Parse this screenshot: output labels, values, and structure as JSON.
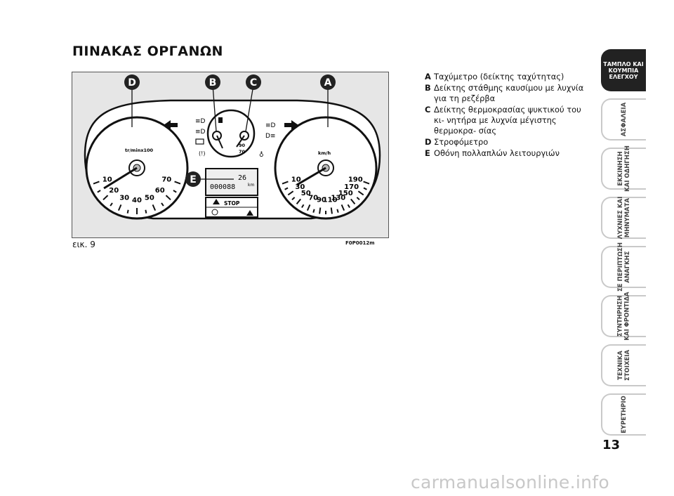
{
  "page_title": "ΠΙΝΑΚΑΣ ΟΡΓΑΝΩΝ",
  "figure": {
    "caption": "εικ. 9",
    "code": "F0P0012m",
    "callouts": [
      "D",
      "B",
      "C",
      "A",
      "E"
    ],
    "tacho": {
      "numbers": [
        "10",
        "20",
        "30",
        "40",
        "50",
        "60",
        "70"
      ],
      "unit": "tr/minx100"
    },
    "speedo": {
      "numbers": [
        "10",
        "30",
        "50",
        "70",
        "90",
        "110",
        "130",
        "150",
        "170",
        "190"
      ],
      "unit": "km/h"
    },
    "temp": {
      "numbers": [
        "70",
        "90"
      ]
    },
    "display": {
      "top": "26",
      "odo": "000088",
      "unit": "km",
      "stop": "STOP"
    }
  },
  "legend": [
    {
      "key": "A",
      "text": "Ταχύμετρο (δείκτης ταχύτητας)"
    },
    {
      "key": "B",
      "text": "Δείκτης στάθμης καυσίμου με λυχνία για τη ρεζέρβα"
    },
    {
      "key": "C",
      "text": "Δείκτης θερμοκρασίας ψυκτικού του κι- νητήρα με λυχνία μέγιστης θερμοκρα- σίας"
    },
    {
      "key": "D",
      "text": "Στροφόμετρο"
    },
    {
      "key": "E",
      "text": "Οθόνη πολλαπλών λειτουργιών"
    }
  ],
  "tabs": [
    {
      "label": "ΤΑΜΠΛΟ ΚΑΙ\nΚΟΥΜΠΙΑ\nΕΛΕΓΧΟΥ",
      "active": true
    },
    {
      "label": "ΑΣΦΑΛΕΙΑ",
      "active": false
    },
    {
      "label": "ΕΚΚΙΝΗΣΗ\nΚΑΙ ΟΔΗΓΗΣΗ",
      "active": false
    },
    {
      "label": "ΛΥΧΝΙΕΣ ΚΑΙ\nΜΗΝΥΜΑΤΑ",
      "active": false
    },
    {
      "label": "ΣΕ ΠΕΡΙΠΤΩΣΗ\nΑΝΑΓΚΗΣ",
      "active": false
    },
    {
      "label": "ΣΥΝΤΗΡΗΣΗ\nΚΑΙ ΦΡΟΝΤΙΔΑ",
      "active": false
    },
    {
      "label": "ΤΕΧΝΙΚΑ\nΣΤΟΙΧΕΙΑ",
      "active": false
    },
    {
      "label": "ΕΥΡΕΤΗΡΙΟ",
      "active": false
    }
  ],
  "page_number": "13",
  "watermark": "carmanualsonline.info"
}
